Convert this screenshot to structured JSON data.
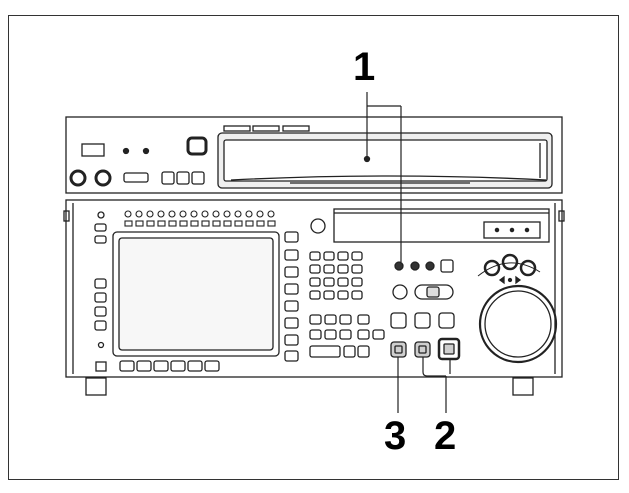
{
  "callouts": [
    {
      "id": "1",
      "label": "1"
    },
    {
      "id": "2",
      "label": "2"
    },
    {
      "id": "3",
      "label": "3"
    }
  ],
  "colors": {
    "line": "#222222",
    "shade": "#b8b8b8",
    "screen": "#f7f7f7",
    "background": "#ffffff"
  }
}
